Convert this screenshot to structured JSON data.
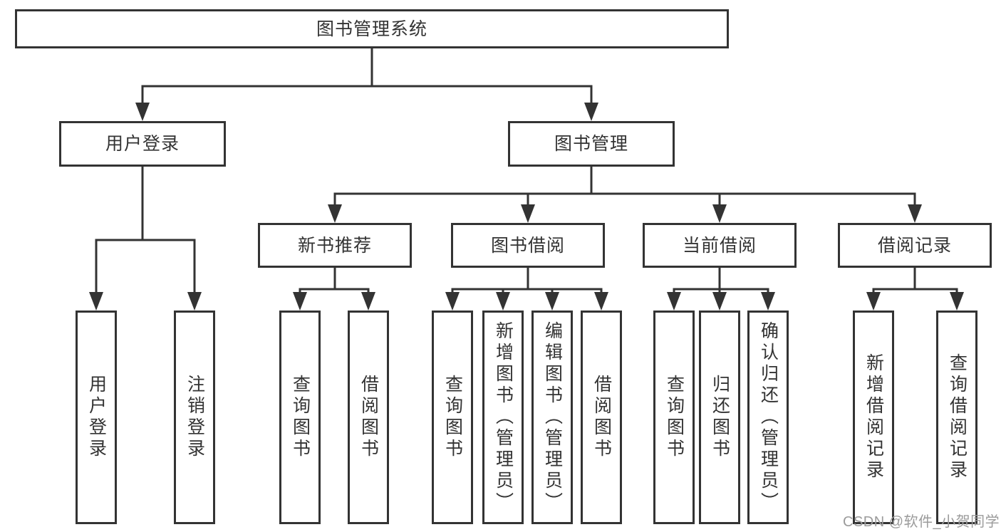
{
  "diagram": {
    "root": {
      "label": "图书管理系统"
    },
    "branches": [
      {
        "label": "用户登录",
        "children": [
          {
            "label": "用户登录"
          },
          {
            "label": "注销登录"
          }
        ]
      },
      {
        "label": "图书管理",
        "children": [
          {
            "label": "新书推荐",
            "children": [
              {
                "label": "查询图书"
              },
              {
                "label": "借阅图书"
              }
            ]
          },
          {
            "label": "图书借阅",
            "children": [
              {
                "label": "查询图书"
              },
              {
                "label": "新增图书（管理员）"
              },
              {
                "label": "编辑图书（管理员）"
              },
              {
                "label": "借阅图书"
              }
            ]
          },
          {
            "label": "当前借阅",
            "children": [
              {
                "label": "查询图书"
              },
              {
                "label": "归还图书"
              },
              {
                "label": "确认归还（管理员）"
              }
            ]
          },
          {
            "label": "借阅记录",
            "children": [
              {
                "label": "新增借阅记录"
              },
              {
                "label": "查询借阅记录"
              }
            ]
          }
        ]
      }
    ]
  },
  "watermark": {
    "text": "CSDN @软件_小贺同学"
  },
  "colors": {
    "line": "#333333",
    "text": "#333333",
    "watermark": "#9b9b9b",
    "background": "#ffffff"
  }
}
